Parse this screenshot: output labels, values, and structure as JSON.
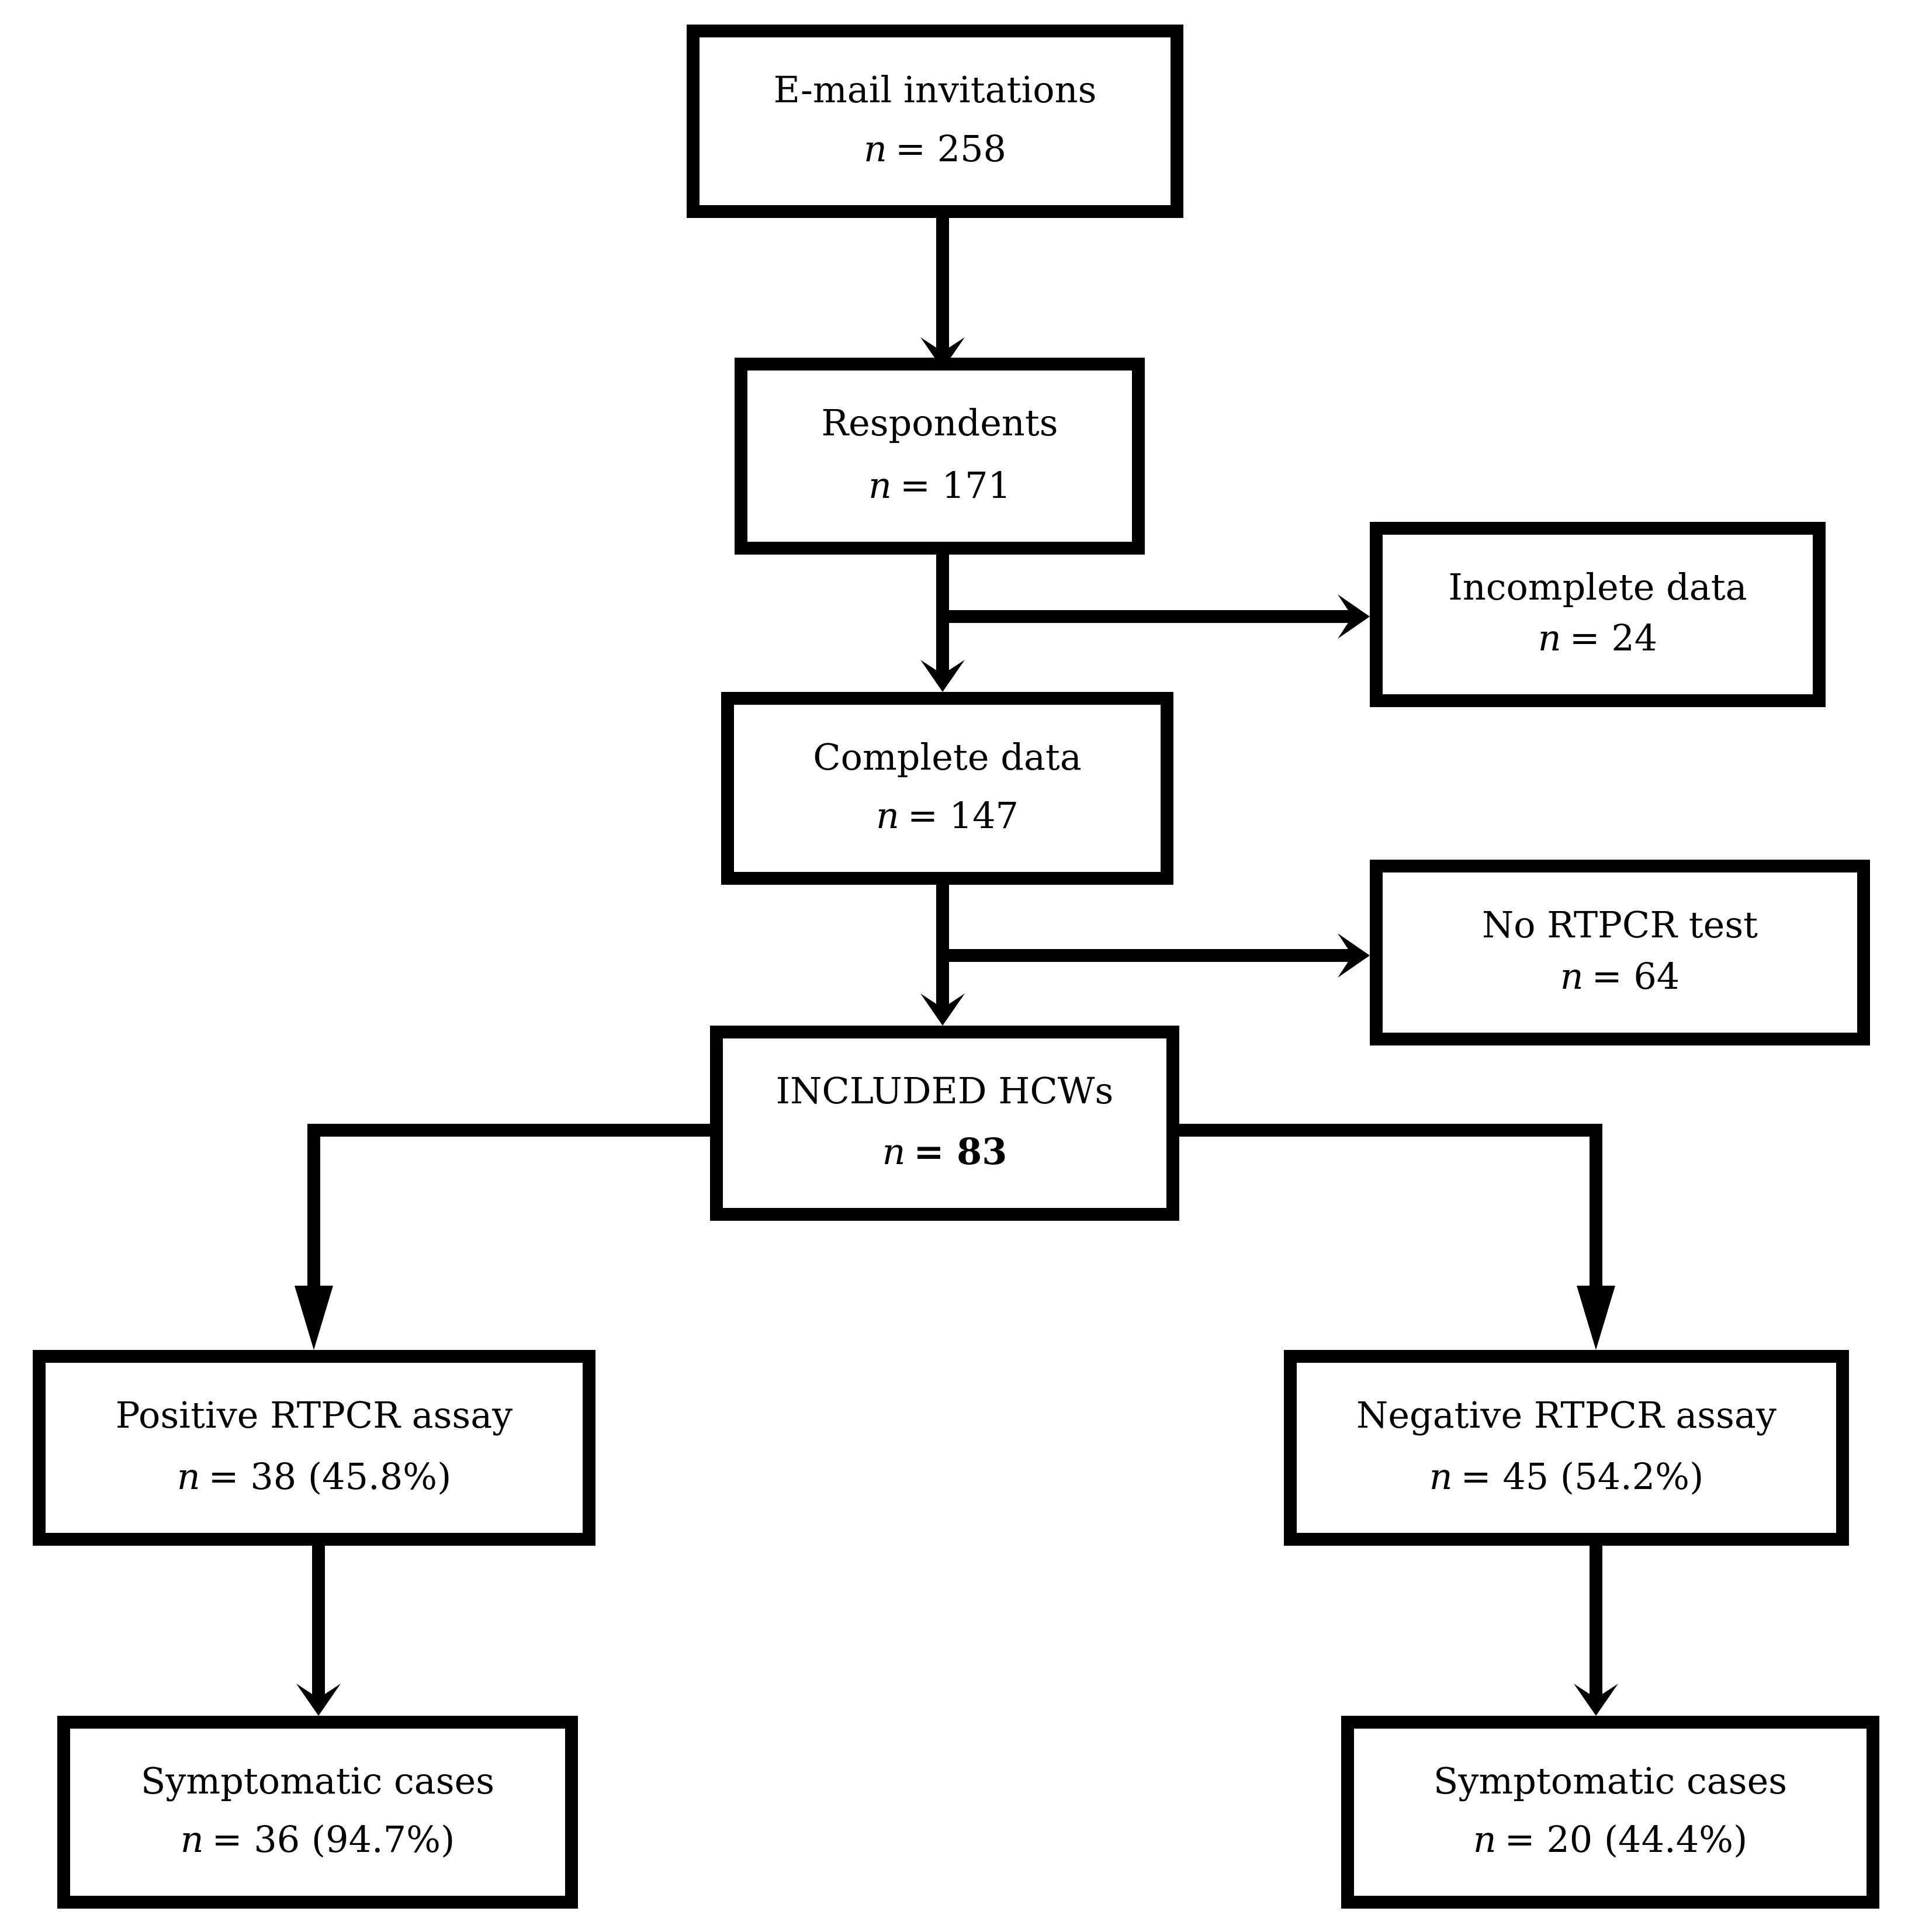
{
  "colors": {
    "line": "#000000",
    "background": "#ffffff",
    "text": "#000000"
  },
  "boxes": {
    "email_invitations": {
      "label": "E-mail invitations",
      "n_symbol": "n",
      "n_value": "= 258"
    },
    "respondents": {
      "label": "Respondents",
      "n_symbol": "n",
      "n_value": "= 171"
    },
    "incomplete_data": {
      "label": "Incomplete data",
      "n_symbol": "n",
      "n_value": "= 24"
    },
    "complete_data": {
      "label": "Complete data",
      "n_symbol": "n",
      "n_value": "= 147"
    },
    "no_rtpcr_test": {
      "label": "No RTPCR test",
      "n_symbol": "n",
      "n_value": "= 64"
    },
    "included_hcws": {
      "label": "INCLUDED HCWs",
      "n_symbol": "n",
      "n_value": "= 83"
    },
    "positive_rtpcr": {
      "label": "Positive RTPCR assay",
      "n_symbol": "n",
      "n_value": "= 38 (45.8%)"
    },
    "negative_rtpcr": {
      "label": "Negative RTPCR assay",
      "n_symbol": "n",
      "n_value": "= 45 (54.2%)"
    },
    "symptomatic_positive": {
      "label": "Symptomatic cases",
      "n_symbol": "n",
      "n_value": "= 36 (94.7%)"
    },
    "symptomatic_negative": {
      "label": "Symptomatic cases",
      "n_symbol": "n",
      "n_value": "= 20 (44.4%)"
    }
  }
}
